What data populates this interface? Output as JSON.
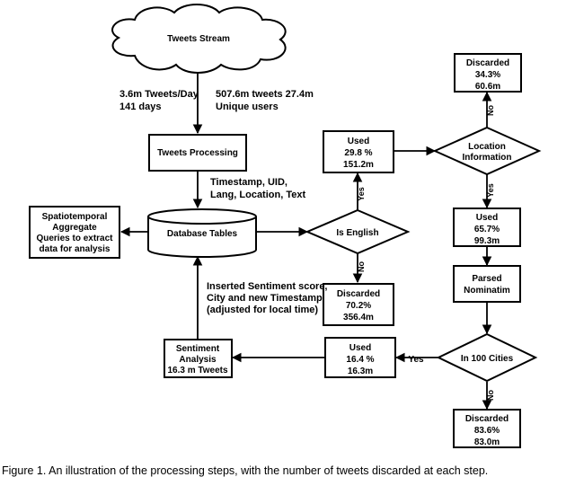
{
  "nodes": {
    "tweets_stream": "Tweets Stream",
    "tweets_processing": "Tweets Processing",
    "database_tables": "Database Tables",
    "spatiotemporal": [
      "Spatiotemporal",
      "Aggregate",
      "Queries to extract",
      "data for analysis"
    ],
    "is_english": "Is English",
    "used_english": [
      "Used",
      "29.8 %",
      "151.2m"
    ],
    "discarded_english": [
      "Discarded",
      "70.2%",
      "356.4m"
    ],
    "location_information": [
      "Location",
      "Information"
    ],
    "discarded_location": [
      "Discarded",
      "34.3%",
      "60.6m"
    ],
    "used_location": [
      "Used",
      "65.7%",
      "99.3m"
    ],
    "parsed_nominatim": [
      "Parsed",
      "Nominatim"
    ],
    "in_100_cities": "In 100 Cities",
    "used_cities": [
      "Used",
      "16.4 %",
      "16.3m"
    ],
    "discarded_cities": [
      "Discarded",
      "83.6%",
      "83.0m"
    ],
    "sentiment_analysis": [
      "Sentiment",
      "Analysis",
      "16.3 m Tweets"
    ]
  },
  "notes": {
    "rate": [
      "3.6m Tweets/Day",
      "141 days"
    ],
    "totals": [
      "507.6m tweets 27.4m",
      "Unique users"
    ],
    "fields": [
      "Timestamp, UID,",
      "Lang, Location, Text"
    ],
    "inserted": [
      "Inserted Sentiment score,",
      "City and new Timestamp",
      "(adjusted for local time)"
    ]
  },
  "edge_labels": {
    "yes": "Yes",
    "no": "No"
  },
  "caption": "Figure 1. An illustration of the processing steps, with the number of tweets discarded at each step."
}
